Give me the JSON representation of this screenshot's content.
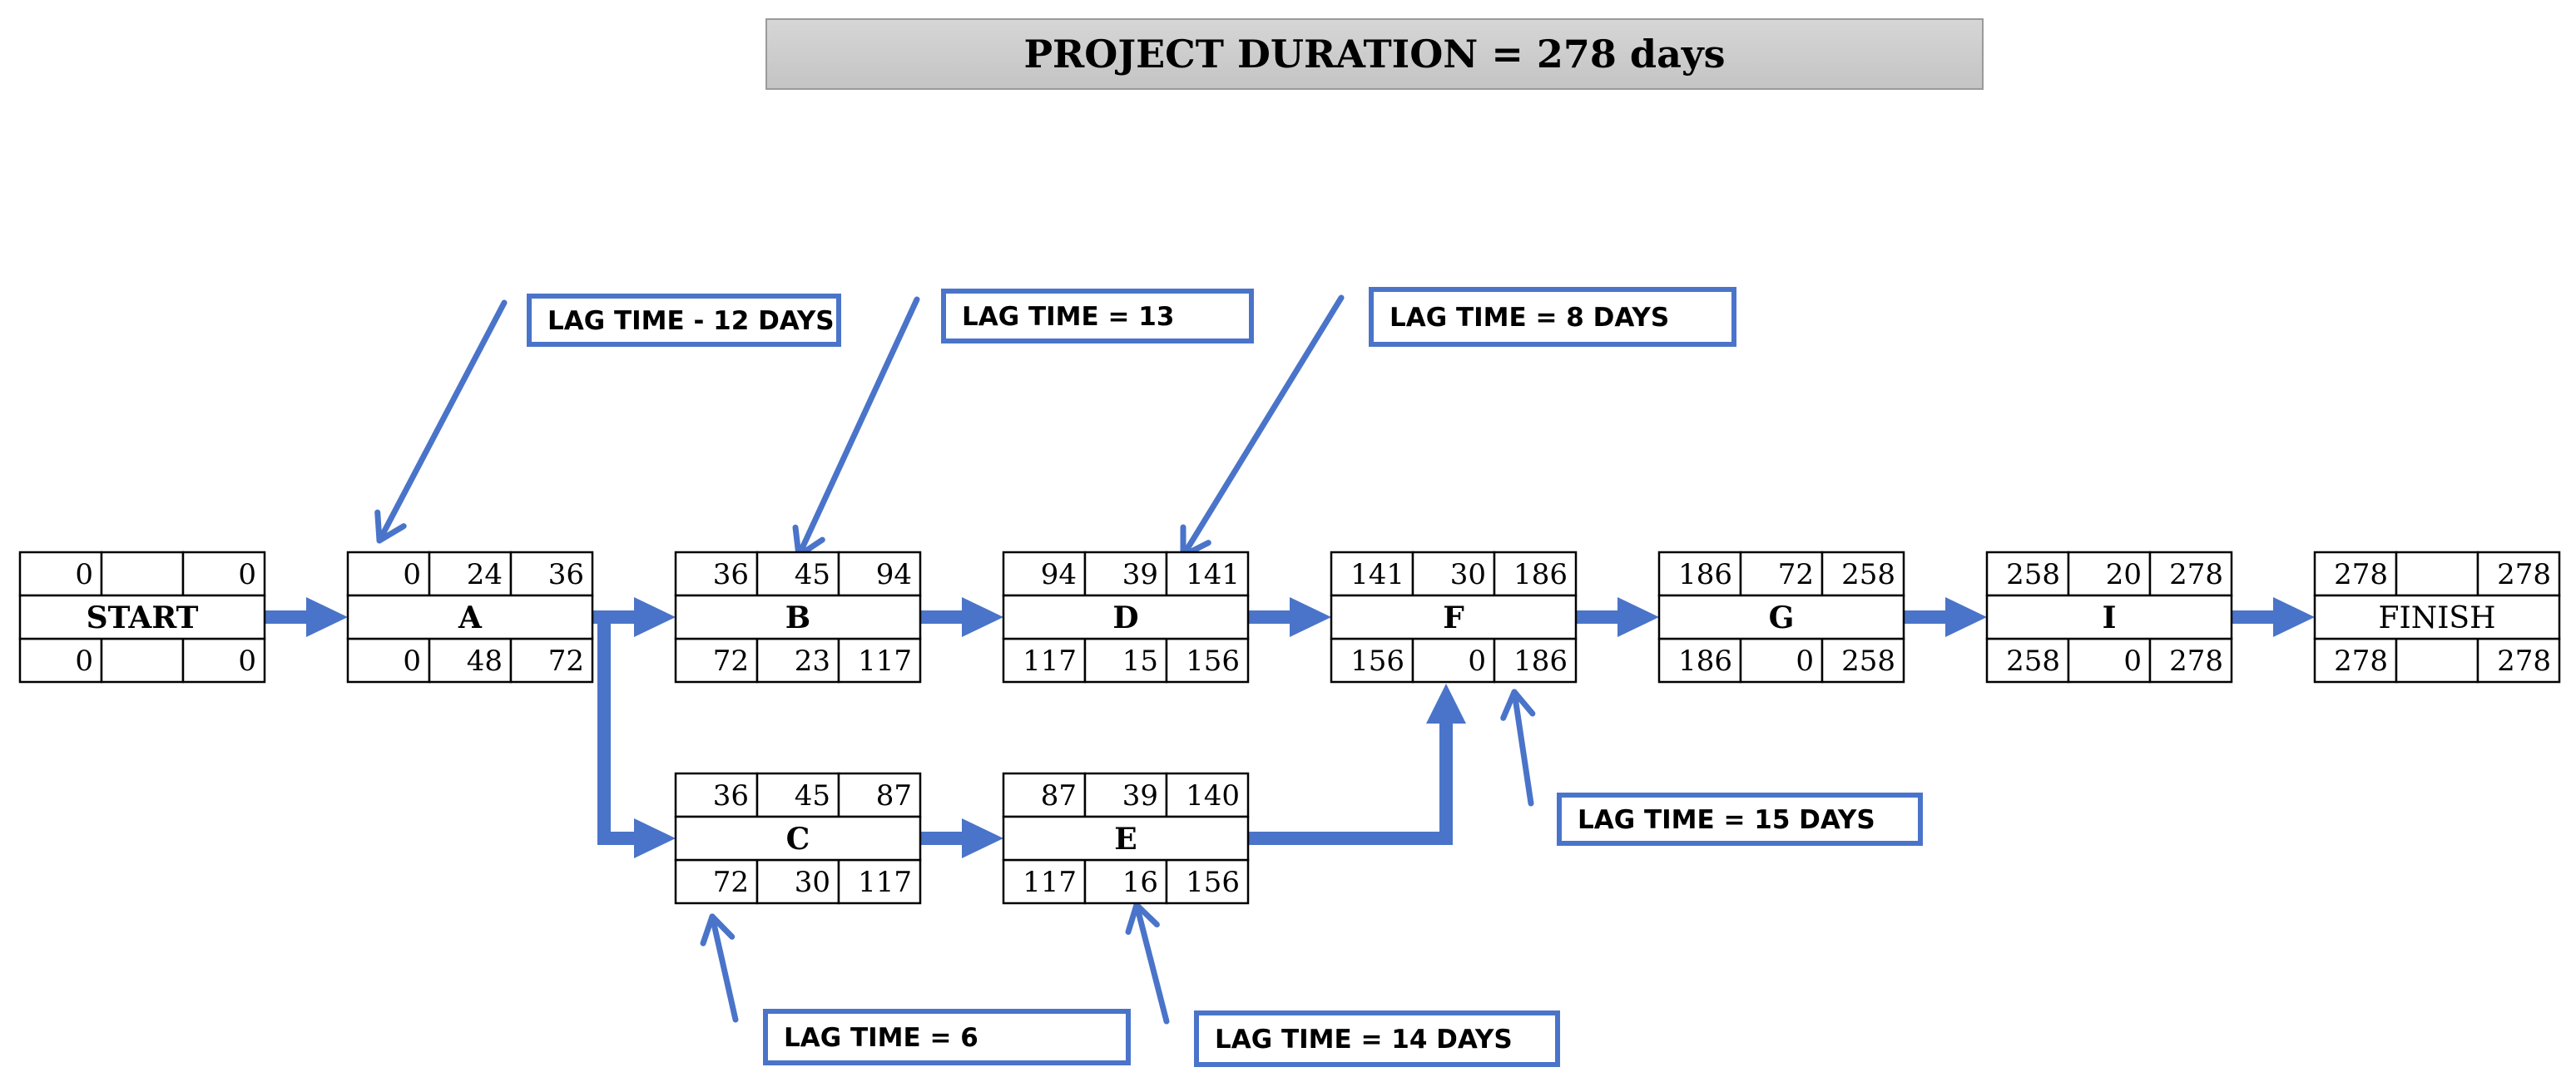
{
  "title": "PROJECT DURATION = 278 days",
  "colors": {
    "arrow": "#4a74c9",
    "lag_border": "#4a74c9",
    "cell_border": "#000000"
  },
  "nodes": [
    {
      "id": "start",
      "name": "START",
      "bold": true,
      "es": "0",
      "dur": "",
      "ef": "0",
      "ls": "0",
      "slack": "",
      "lf": "0"
    },
    {
      "id": "a",
      "name": "A",
      "bold": true,
      "es": "0",
      "dur": "24",
      "ef": "36",
      "ls": "0",
      "slack": "48",
      "lf": "72"
    },
    {
      "id": "b",
      "name": "B",
      "bold": true,
      "es": "36",
      "dur": "45",
      "ef": "94",
      "ls": "72",
      "slack": "23",
      "lf": "117"
    },
    {
      "id": "d",
      "name": "D",
      "bold": true,
      "es": "94",
      "dur": "39",
      "ef": "141",
      "ls": "117",
      "slack": "15",
      "lf": "156"
    },
    {
      "id": "f",
      "name": "F",
      "bold": true,
      "es": "141",
      "dur": "30",
      "ef": "186",
      "ls": "156",
      "slack": "0",
      "lf": "186"
    },
    {
      "id": "g",
      "name": "G",
      "bold": true,
      "es": "186",
      "dur": "72",
      "ef": "258",
      "ls": "186",
      "slack": "0",
      "lf": "258"
    },
    {
      "id": "i",
      "name": "I",
      "bold": true,
      "es": "258",
      "dur": "20",
      "ef": "278",
      "ls": "258",
      "slack": "0",
      "lf": "278"
    },
    {
      "id": "finish",
      "name": "FINISH",
      "bold": false,
      "es": "278",
      "dur": "",
      "ef": "278",
      "ls": "278",
      "slack": "",
      "lf": "278"
    },
    {
      "id": "c",
      "name": "C",
      "bold": true,
      "es": "36",
      "dur": "45",
      "ef": "87",
      "ls": "72",
      "slack": "30",
      "lf": "117"
    },
    {
      "id": "e",
      "name": "E",
      "bold": true,
      "es": "87",
      "dur": "39",
      "ef": "140",
      "ls": "117",
      "slack": "16",
      "lf": "156"
    }
  ],
  "links": [
    {
      "from": "start",
      "to": "a"
    },
    {
      "from": "a",
      "to": "b"
    },
    {
      "from": "a",
      "to": "c"
    },
    {
      "from": "b",
      "to": "d"
    },
    {
      "from": "d",
      "to": "f"
    },
    {
      "from": "c",
      "to": "e"
    },
    {
      "from": "e",
      "to": "f"
    },
    {
      "from": "f",
      "to": "g"
    },
    {
      "from": "g",
      "to": "i"
    },
    {
      "from": "i",
      "to": "finish"
    }
  ],
  "lag_notes": [
    {
      "id": "lag-a",
      "target": "a",
      "text": "LAG TIME - 12 DAYS"
    },
    {
      "id": "lag-b",
      "target": "b",
      "text": "LAG TIME = 13"
    },
    {
      "id": "lag-d",
      "target": "d",
      "text": "LAG TIME = 8 DAYS"
    },
    {
      "id": "lag-f",
      "target": "f",
      "text": "LAG TIME = 15 DAYS"
    },
    {
      "id": "lag-c",
      "target": "c",
      "text": "LAG TIME = 6"
    },
    {
      "id": "lag-e",
      "target": "e",
      "text": "LAG TIME = 14 DAYS"
    }
  ]
}
